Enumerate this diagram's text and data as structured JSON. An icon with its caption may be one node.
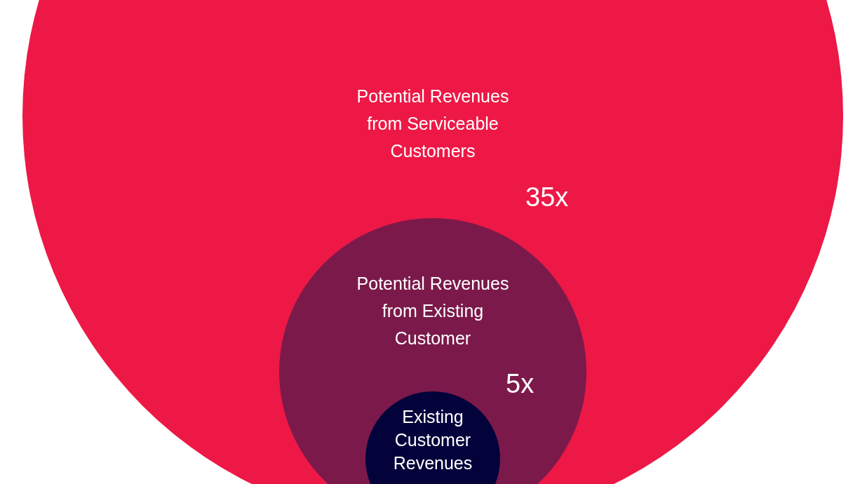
{
  "diagram": {
    "nodes": [
      {
        "text": [
          "Potential Revenues from Serviceable Customers"
        ],
        "beside": [
          "35x"
        ]
      },
      {
        "text": [
          "Potential Revenues from Existing Customer"
        ],
        "beside": [
          "5x"
        ],
        "in": 0
      },
      {
        "text": [
          "Existing Customer Revenues"
        ],
        "in": 1
      }
    ]
  }
}
